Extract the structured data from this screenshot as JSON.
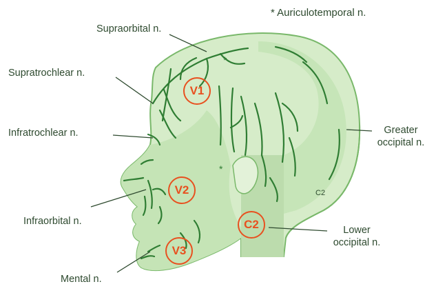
{
  "labels": {
    "auriculotemporal": "* Auriculotemporal n.",
    "supraorbital": "Supraorbital n.",
    "supratrochlear": "Supratrochlear n.",
    "infratrochlear": "Infratrochlear n.",
    "infraorbital": "Infraorbital n.",
    "mental": "Mental n.",
    "greater_occipital_line1": "Greater",
    "greater_occipital_line2": "occipital n.",
    "lower_occipital_line1": "Lower",
    "lower_occipital_line2": "occipital n.",
    "c2_small": "C2",
    "asterisk": "*"
  },
  "zones": {
    "v1": "V1",
    "v2": "V2",
    "v3": "V3",
    "c2": "C2"
  },
  "colors": {
    "skin_light": "#d6ecc9",
    "skin_mid": "#bddfae",
    "skin_dark": "#a8d497",
    "nerve": "#2f7d33",
    "outline": "#79b86a",
    "label": "#2e4a2f",
    "badge": "#e8501f"
  }
}
